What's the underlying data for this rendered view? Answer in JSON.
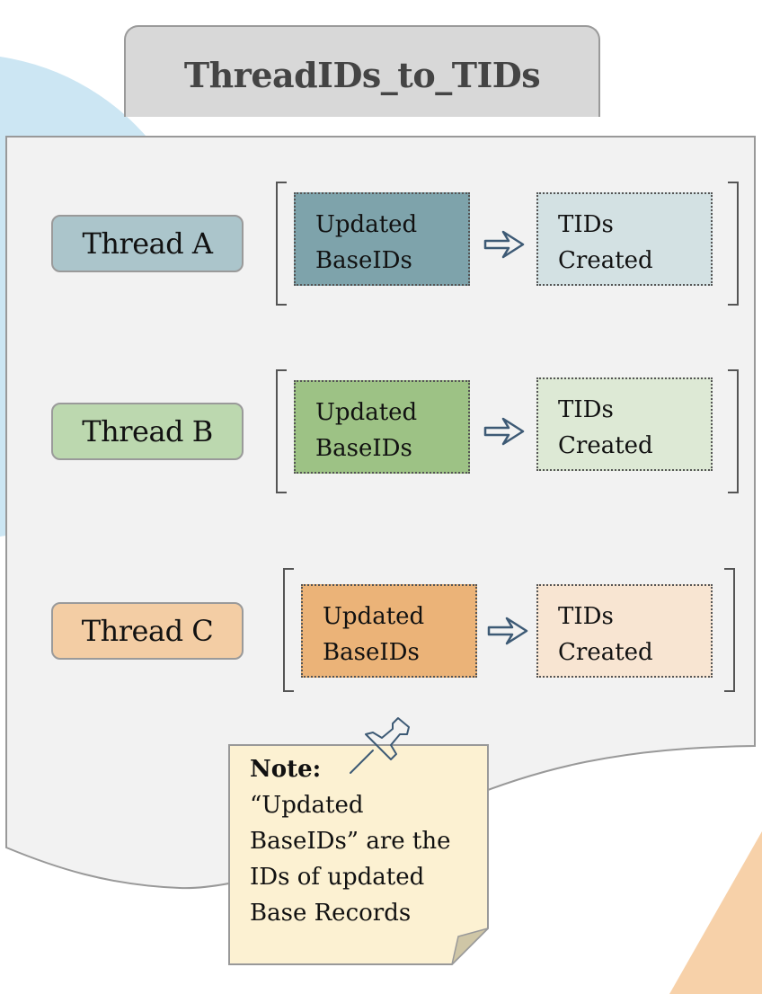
{
  "title": "ThreadIDs_to_TIDs",
  "colors": {
    "background_circle": "#cce6f3",
    "background_triangle": "#f7d1a9",
    "document_fill": "#f2f2f2",
    "document_stroke": "#999999",
    "title_fill": "#d8d8d8",
    "title_text": "#444444",
    "arrow_stroke": "#3d5a75",
    "note_fill": "#fcf1d2",
    "note_fold": "#cfc6a6"
  },
  "threads": [
    {
      "label": "Thread A",
      "pill_color": "#abc5cb",
      "source_lines": [
        "Updated",
        "BaseIDs"
      ],
      "source_color": "#7ea3ab",
      "target_lines": [
        "TIDs",
        "Created"
      ],
      "target_color": "#d3e1e3"
    },
    {
      "label": "Thread B",
      "pill_color": "#bcd8af",
      "source_lines": [
        "Updated",
        "BaseIDs"
      ],
      "source_color": "#9dc285",
      "target_lines": [
        "TIDs",
        "Created"
      ],
      "target_color": "#dde9d5"
    },
    {
      "label": "Thread C",
      "pill_color": "#f3cda4",
      "source_lines": [
        "Updated",
        "BaseIDs"
      ],
      "source_color": "#ebb378",
      "target_lines": [
        "TIDs",
        "Created"
      ],
      "target_color": "#f8e5d2"
    }
  ],
  "arrow_icon": "right-double-arrow",
  "note": {
    "label": "Note:",
    "lines": [
      "“Updated",
      "BaseIDs” are the",
      "IDs of updated",
      "Base Records"
    ],
    "icon": "pushpin"
  }
}
